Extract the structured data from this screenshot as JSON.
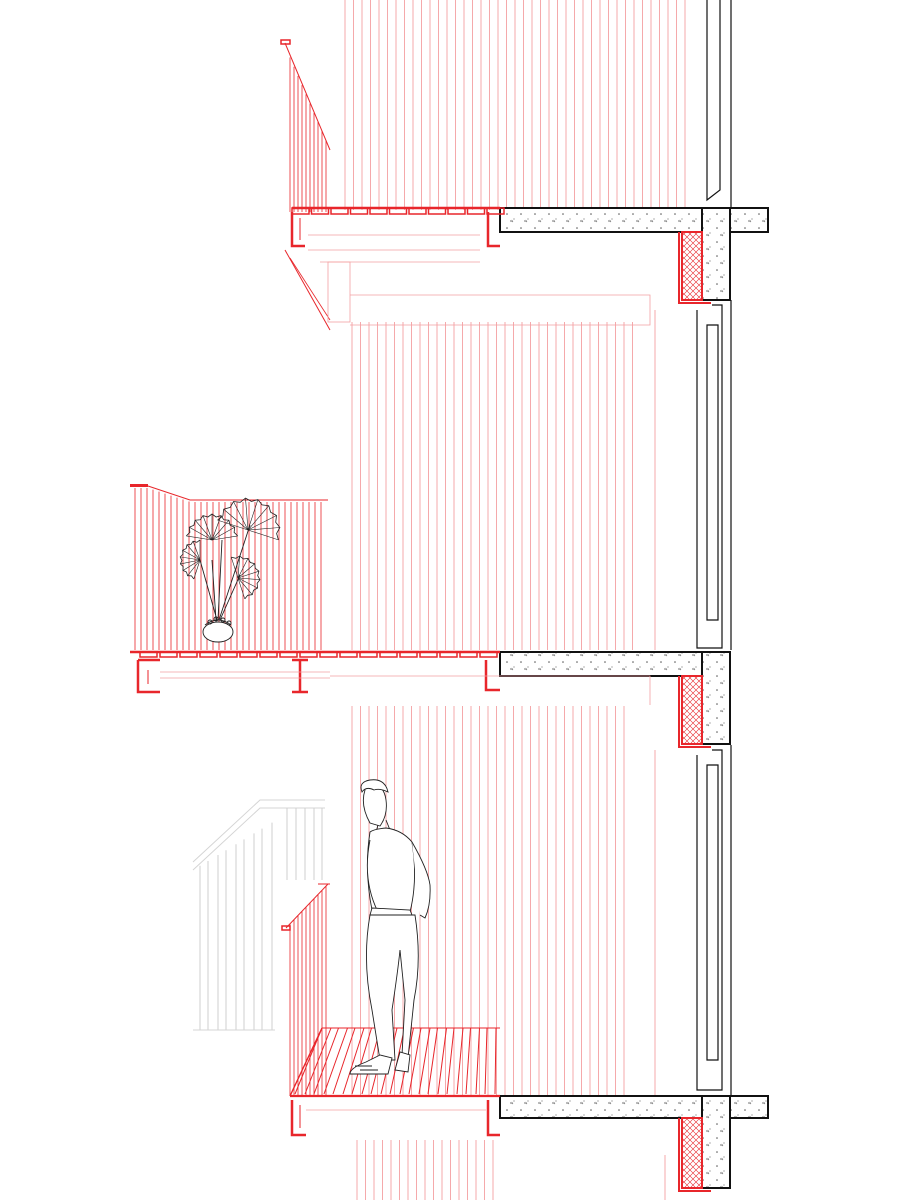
{
  "drawing": {
    "kind": "architectural-section",
    "colors": {
      "timber_red": "#e8262b",
      "timber_light": "#f4a0a2",
      "concrete": "#111111",
      "ghost_grey": "#cfcfcf",
      "paper": "#ffffff"
    },
    "elements": [
      "upper-balcony",
      "middle-balcony",
      "lower-balcony",
      "timber-screen",
      "concrete-slab",
      "insulation",
      "window-frame",
      "person-figure",
      "potted-plant",
      "ghost-railing"
    ]
  }
}
